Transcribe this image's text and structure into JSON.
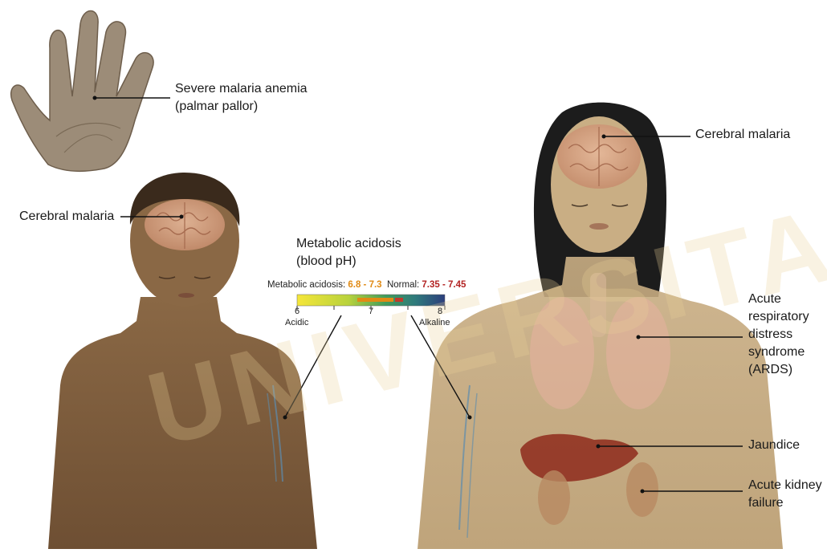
{
  "hand_label": [
    "Severe malaria anemia",
    "(palmar pallor)"
  ],
  "child_brain_label": "Cerebral malaria",
  "woman_brain_label": "Cerebral malaria",
  "acidosis_title": [
    "Metabolic acidosis",
    "(blood pH)"
  ],
  "ph_legend": {
    "acidosis_label": "Metabolic acidosis: ",
    "acidosis_range": "6.8 - 7.3",
    "normal_label": "Normal: ",
    "normal_range": "7.35 - 7.45"
  },
  "ph_scale": {
    "ticks": [
      "6",
      "7",
      "8"
    ],
    "left_label": "Acidic",
    "right_label": "Alkaline",
    "colors": [
      "#f5e63a",
      "#9cc83c",
      "#2f8c6c",
      "#2c3e7c"
    ],
    "acidosis_color": "#e08a14",
    "normal_color": "#c0392b"
  },
  "ards_label": [
    "Acute",
    "respiratory",
    "distress",
    "syndrome",
    "(ARDS)"
  ],
  "jaundice_label": "Jaundice",
  "kidney_label": [
    "Acute kidney",
    "failure"
  ],
  "watermark": "UNIVERSITAS"
}
